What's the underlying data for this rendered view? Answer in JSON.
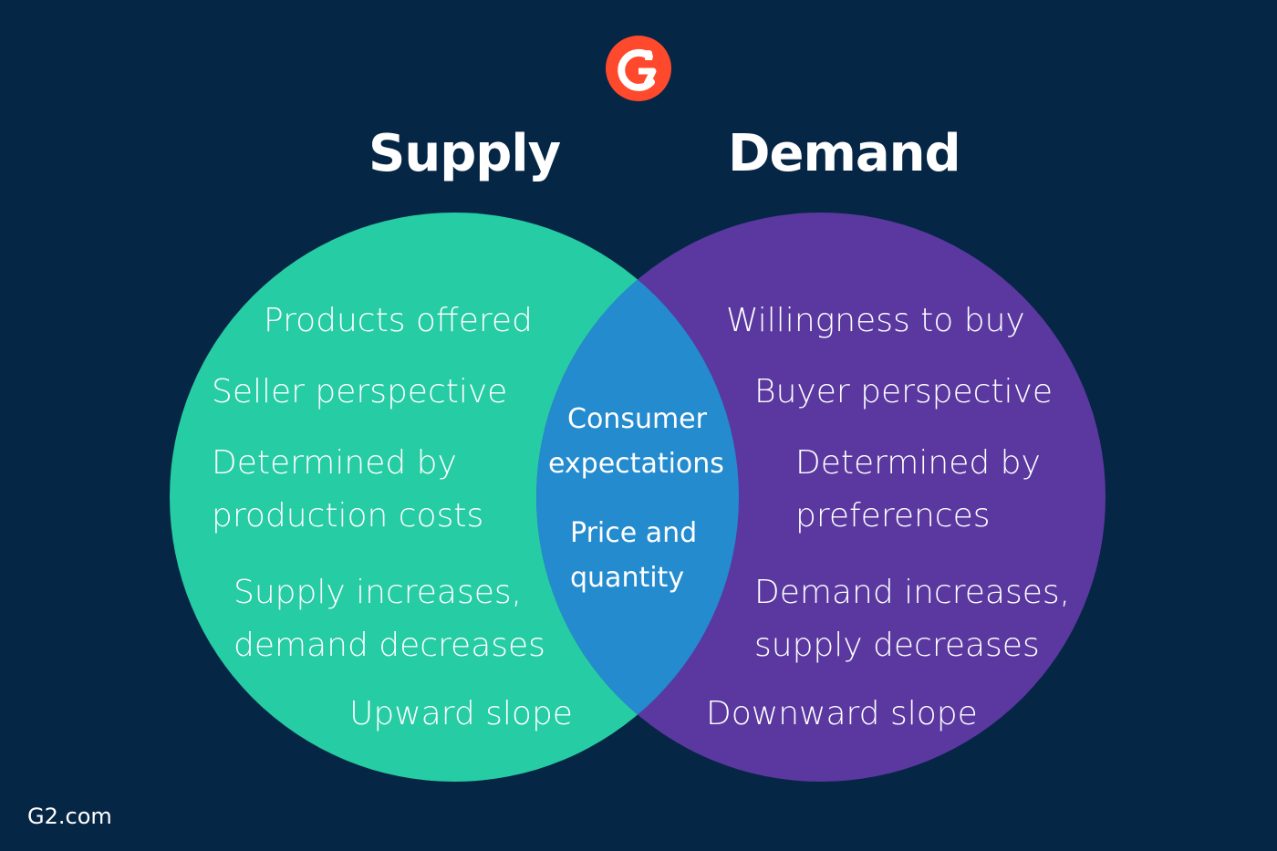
{
  "logo": {
    "label": "G2",
    "color": "#ff492c"
  },
  "titles": {
    "left": "Supply",
    "right": "Demand"
  },
  "colors": {
    "background": "#062645",
    "supply": "#26cca3",
    "demand": "#5a38a0",
    "overlap": "#238bce"
  },
  "supply": {
    "items": [
      "Products offered",
      "Seller perspective",
      "Determined by\nproduction costs",
      "Supply increases,\ndemand decreases",
      "Upward slope"
    ]
  },
  "demand": {
    "items": [
      "Willingness to buy",
      "Buyer perspective",
      "Determined by\npreferences",
      "Demand increases,\nsupply decreases",
      "Downward slope"
    ]
  },
  "overlap": {
    "items": [
      "Consumer expectations",
      "Price and quantity"
    ],
    "line1a": "Consumer",
    "line1b": "expectations",
    "line2a": "Price and",
    "line2b": "quantity"
  },
  "supply_lines": {
    "l0": "Products offered",
    "l1": "Seller perspective",
    "l2a": "Determined by",
    "l2b": "production costs",
    "l3a": "Supply increases,",
    "l3b": "demand decreases",
    "l4": "Upward slope"
  },
  "demand_lines": {
    "l0": "Willingness to buy",
    "l1": "Buyer perspective",
    "l2a": "Determined by",
    "l2b": "preferences",
    "l3a": "Demand increases,",
    "l3b": "supply decreases",
    "l4": "Downward slope"
  },
  "footer": "G2.com"
}
